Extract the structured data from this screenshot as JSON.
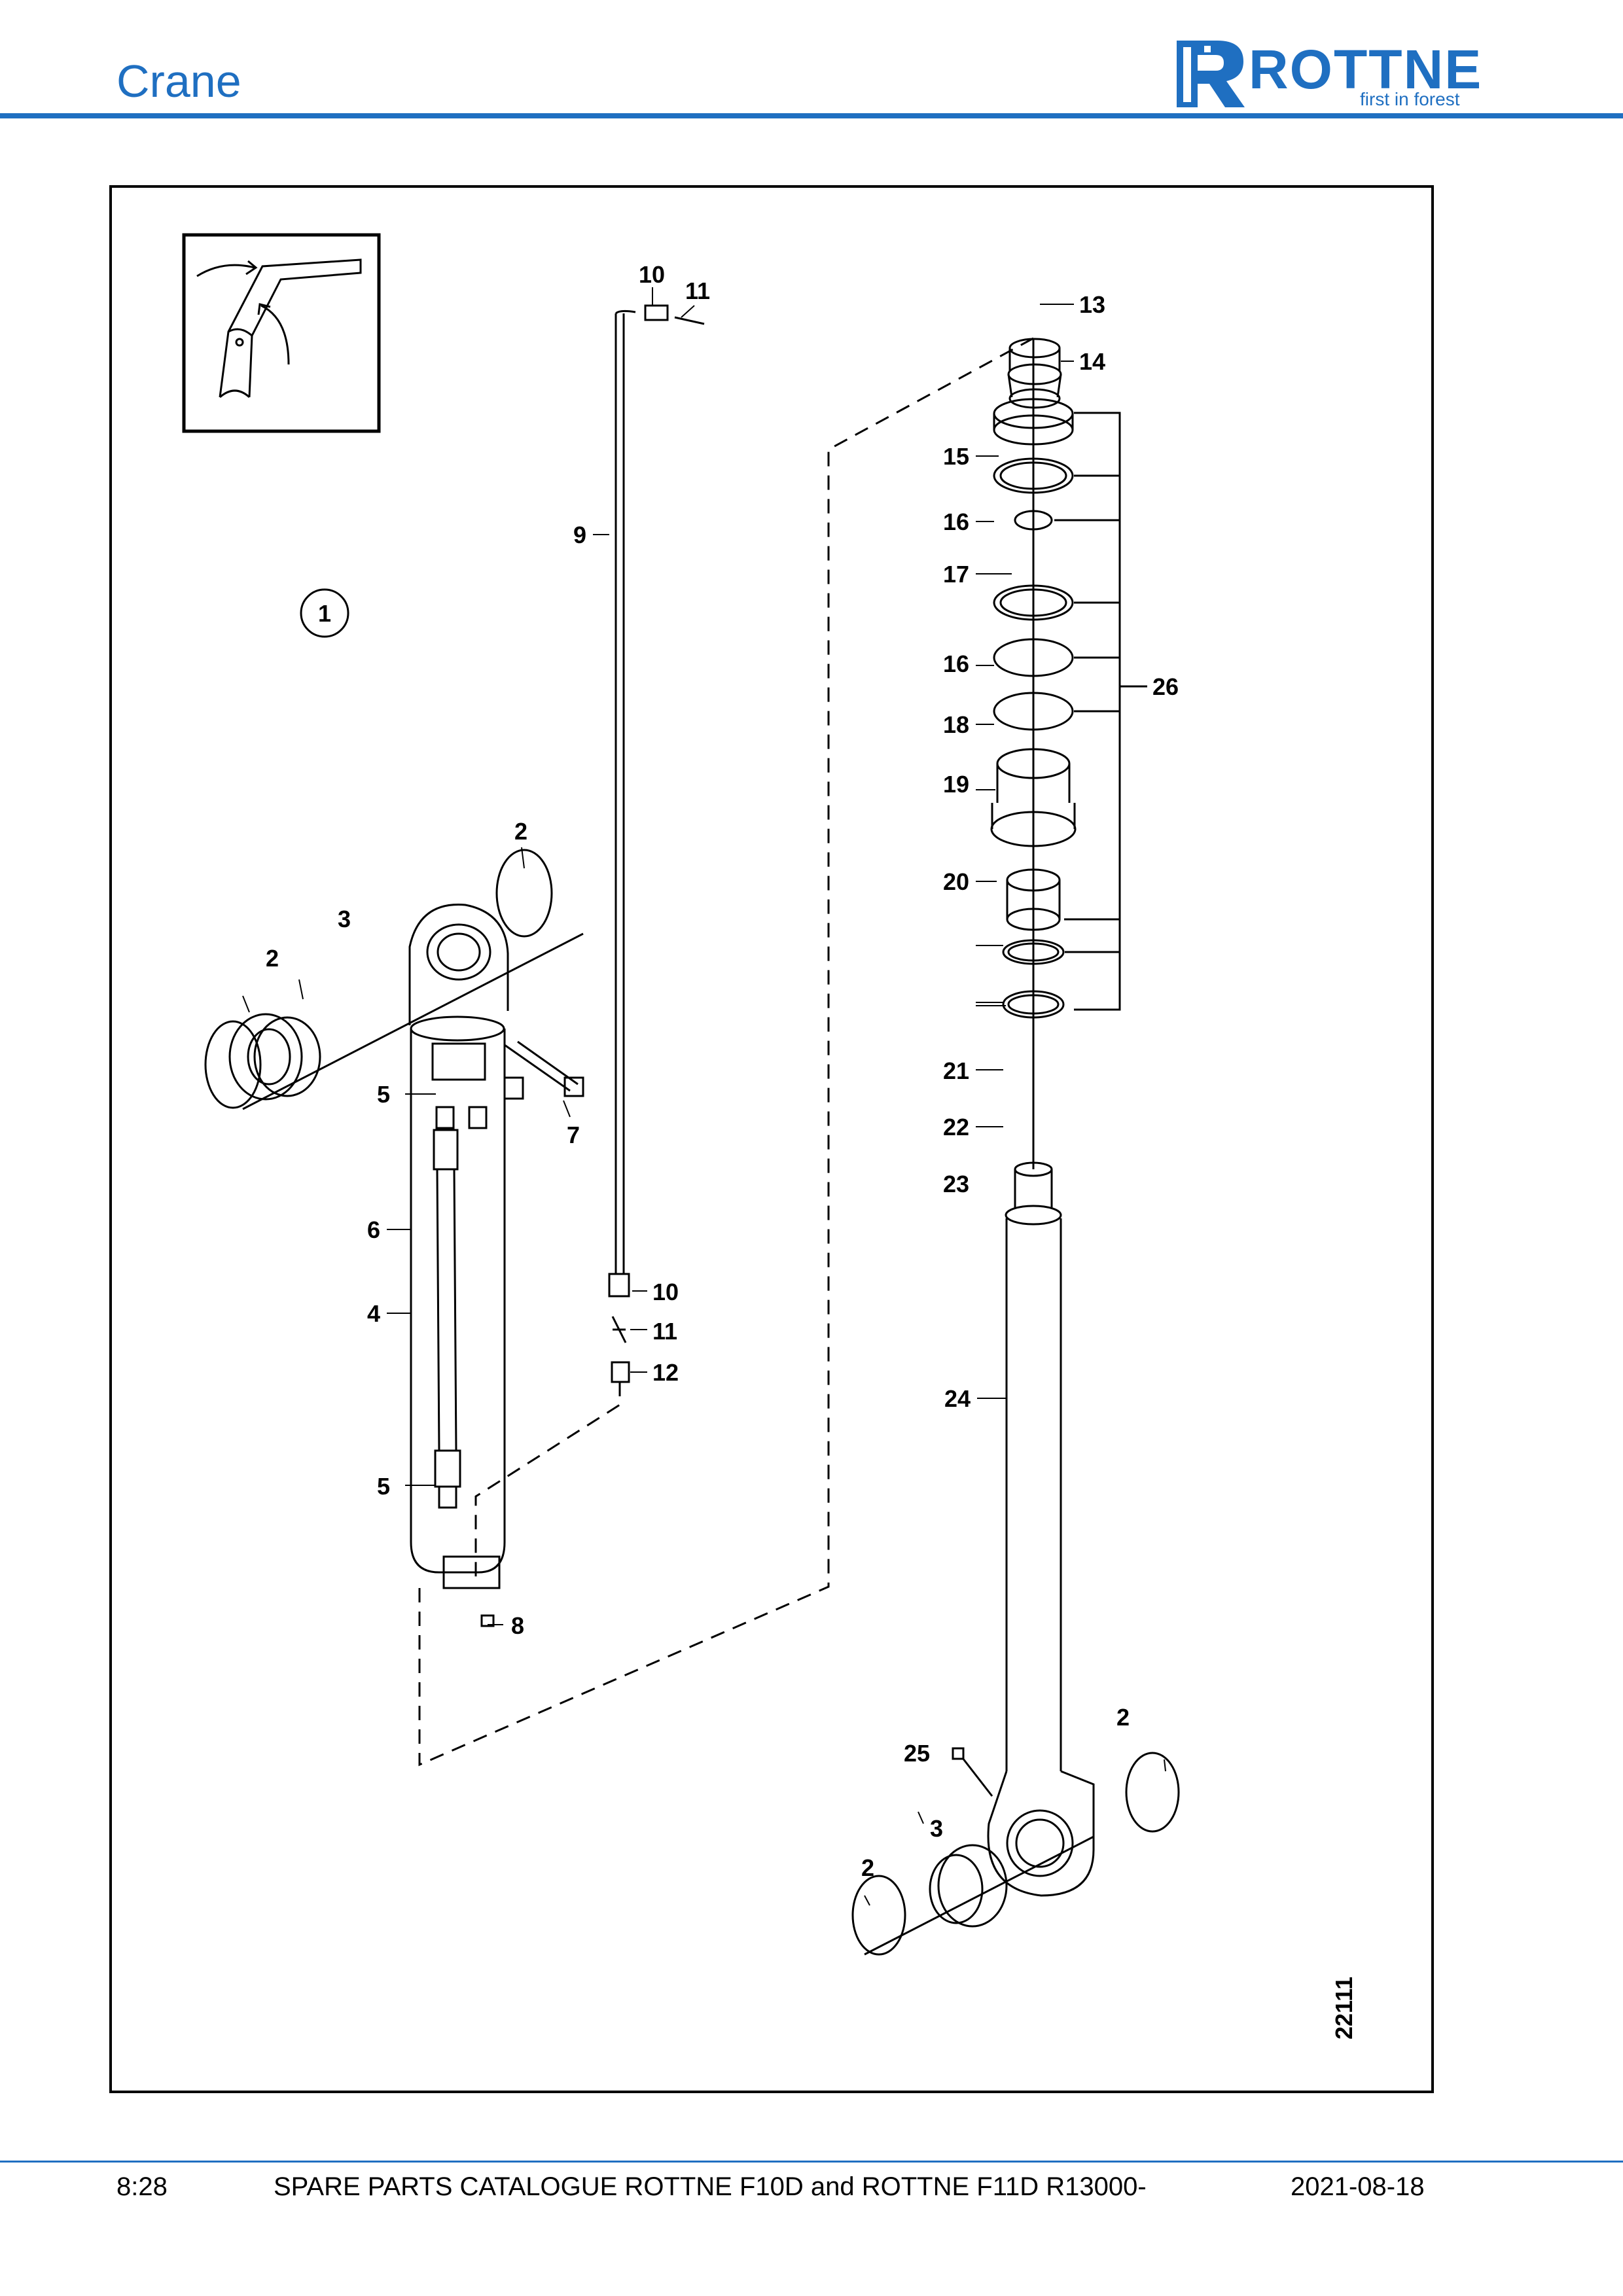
{
  "header": {
    "section_title": "Crane",
    "logo_text": "ROTTNE",
    "logo_tagline": "first in forest",
    "brand_color": "#1f6fc1"
  },
  "figure": {
    "drawing_number": "22111",
    "labels": [
      {
        "key": "1",
        "text": "1"
      },
      {
        "key": "2a",
        "text": "2"
      },
      {
        "key": "2b",
        "text": "2"
      },
      {
        "key": "2c",
        "text": "2"
      },
      {
        "key": "2d",
        "text": "2"
      },
      {
        "key": "3a",
        "text": "3"
      },
      {
        "key": "3b",
        "text": "3"
      },
      {
        "key": "4",
        "text": "4"
      },
      {
        "key": "5a",
        "text": "5"
      },
      {
        "key": "5b",
        "text": "5"
      },
      {
        "key": "6",
        "text": "6"
      },
      {
        "key": "7",
        "text": "7"
      },
      {
        "key": "8",
        "text": "8"
      },
      {
        "key": "9",
        "text": "9"
      },
      {
        "key": "10a",
        "text": "10"
      },
      {
        "key": "10b",
        "text": "10"
      },
      {
        "key": "11a",
        "text": "11"
      },
      {
        "key": "11b",
        "text": "11"
      },
      {
        "key": "12",
        "text": "12"
      },
      {
        "key": "13",
        "text": "13"
      },
      {
        "key": "14",
        "text": "14"
      },
      {
        "key": "15",
        "text": "15"
      },
      {
        "key": "16a",
        "text": "16"
      },
      {
        "key": "16b",
        "text": "16"
      },
      {
        "key": "17",
        "text": "17"
      },
      {
        "key": "18",
        "text": "18"
      },
      {
        "key": "19",
        "text": "19"
      },
      {
        "key": "20",
        "text": "20"
      },
      {
        "key": "21",
        "text": "21"
      },
      {
        "key": "22",
        "text": "22"
      },
      {
        "key": "23",
        "text": "23"
      },
      {
        "key": "24",
        "text": "24"
      },
      {
        "key": "25",
        "text": "25"
      },
      {
        "key": "26",
        "text": "26"
      }
    ]
  },
  "footer": {
    "page_number": "8:28",
    "catalogue_title": "SPARE PARTS CATALOGUE ROTTNE F10D and ROTTNE F11D R13000-",
    "date": "2021-08-18"
  }
}
